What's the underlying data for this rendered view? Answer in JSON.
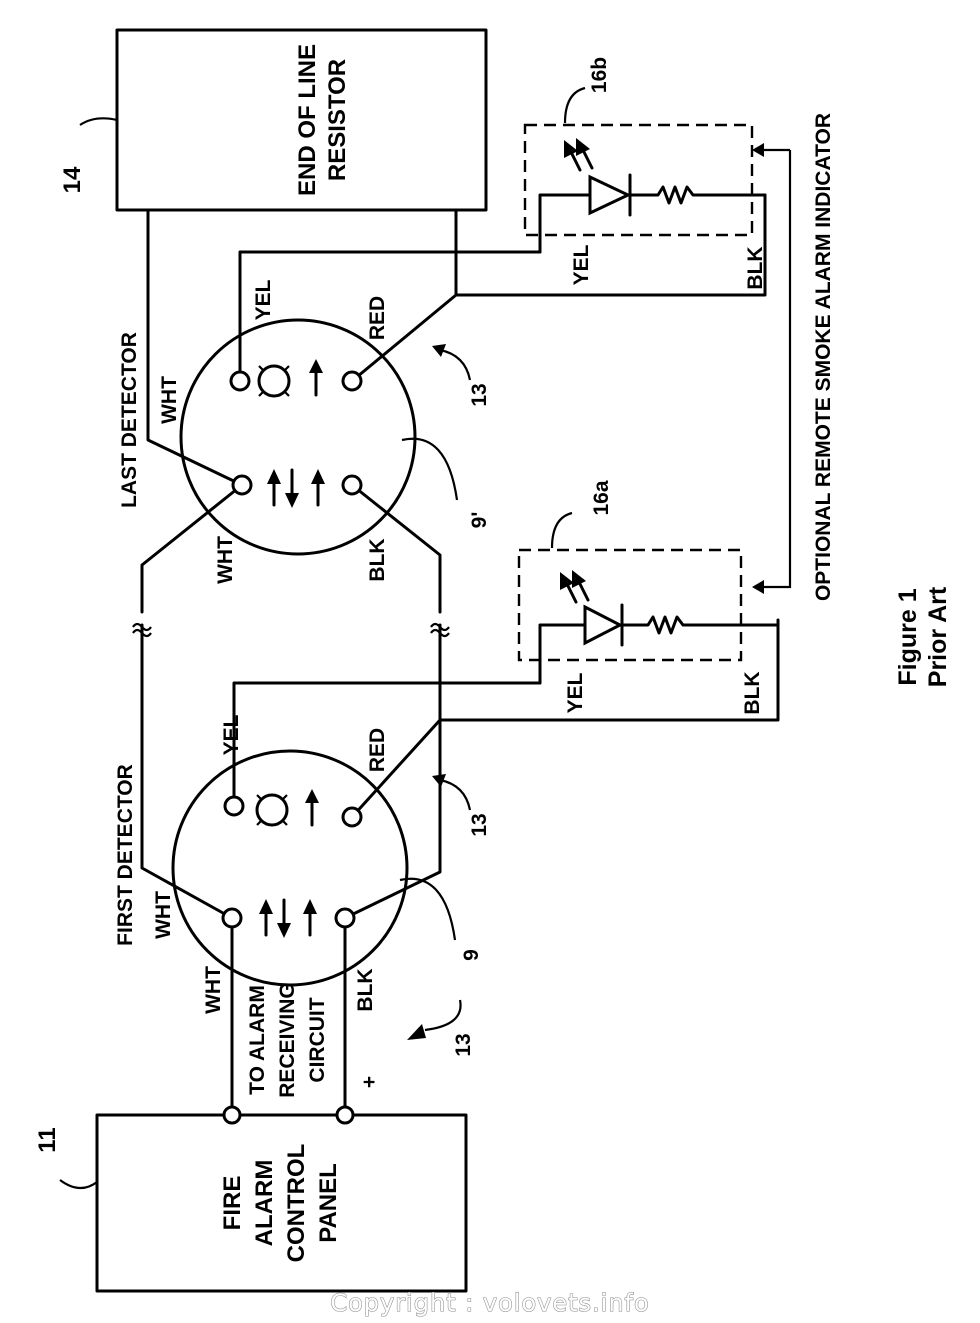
{
  "figure": {
    "caption_line1": "Figure 1",
    "caption_line2": "Prior Art"
  },
  "panel": {
    "ref": "11",
    "line1": "FIRE",
    "line2": "ALARM",
    "line3": "CONTROL",
    "line4": "PANEL",
    "circuit_line1": "TO ALARM",
    "circuit_line2": "RECEIVING",
    "circuit_line3": "CIRCUIT",
    "plus": "+"
  },
  "resistor": {
    "ref": "14",
    "line1": "END OF LINE",
    "line2": "RESISTOR"
  },
  "first_detector": {
    "title": "FIRST DETECTOR",
    "ref": "9",
    "label_wht_top": "WHT",
    "label_wht_bottom": "WHT",
    "label_yel": "YEL",
    "label_red": "RED",
    "label_blk": "BLK"
  },
  "last_detector": {
    "title": "LAST  DETECTOR",
    "ref": "9'",
    "label_wht_top": "WHT",
    "label_wht_bottom": "WHT",
    "label_yel": "YEL",
    "label_red": "RED",
    "label_blk": "BLK"
  },
  "refs": {
    "base_a": "13",
    "base_b": "13",
    "base_c": "13"
  },
  "indicator_a": {
    "ref": "16a",
    "label_yel": "YEL",
    "label_blk": "BLK"
  },
  "indicator_b": {
    "ref": "16b",
    "label_yel": "YEL",
    "label_blk": "BLK"
  },
  "optional_label": "OPTIONAL REMOTE SMOKE ALARM INDICATOR",
  "watermark": "Copyright : volovets.info"
}
